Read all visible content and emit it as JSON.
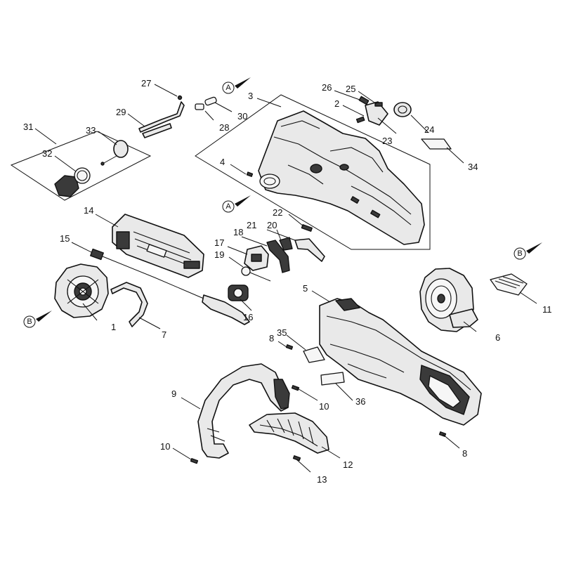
{
  "diagram": {
    "callouts": [
      "1",
      "2",
      "3",
      "4",
      "5",
      "6",
      "7",
      "8",
      "8",
      "9",
      "10",
      "10",
      "11",
      "12",
      "13",
      "14",
      "15",
      "16",
      "17",
      "18",
      "19",
      "20",
      "21",
      "22",
      "23",
      "24",
      "25",
      "26",
      "27",
      "28",
      "29",
      "30",
      "31",
      "32",
      "33",
      "34",
      "35",
      "36"
    ],
    "references": [
      "A",
      "A",
      "B",
      "B"
    ]
  }
}
